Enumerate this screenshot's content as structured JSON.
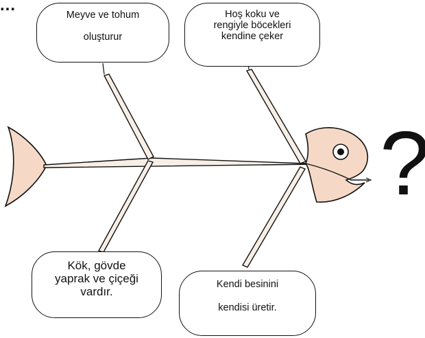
{
  "corner_text": "...",
  "question_mark": "?",
  "boxes": {
    "top_left": [
      "Meyve ve tohum",
      "oluşturur"
    ],
    "top_right": [
      "Hoş koku ve",
      "rengiyle böcekleri",
      "kendine çeker"
    ],
    "bottom_left": [
      "Kök, gövde",
      "yaprak ve çiçeği",
      "vardır."
    ],
    "bottom_right": [
      "Kendi besinini",
      "kendisi üretir."
    ]
  },
  "colors": {
    "fish_fill": "#f5d9c6",
    "outline": "#111111",
    "bone_fill": "#f7eee6"
  }
}
